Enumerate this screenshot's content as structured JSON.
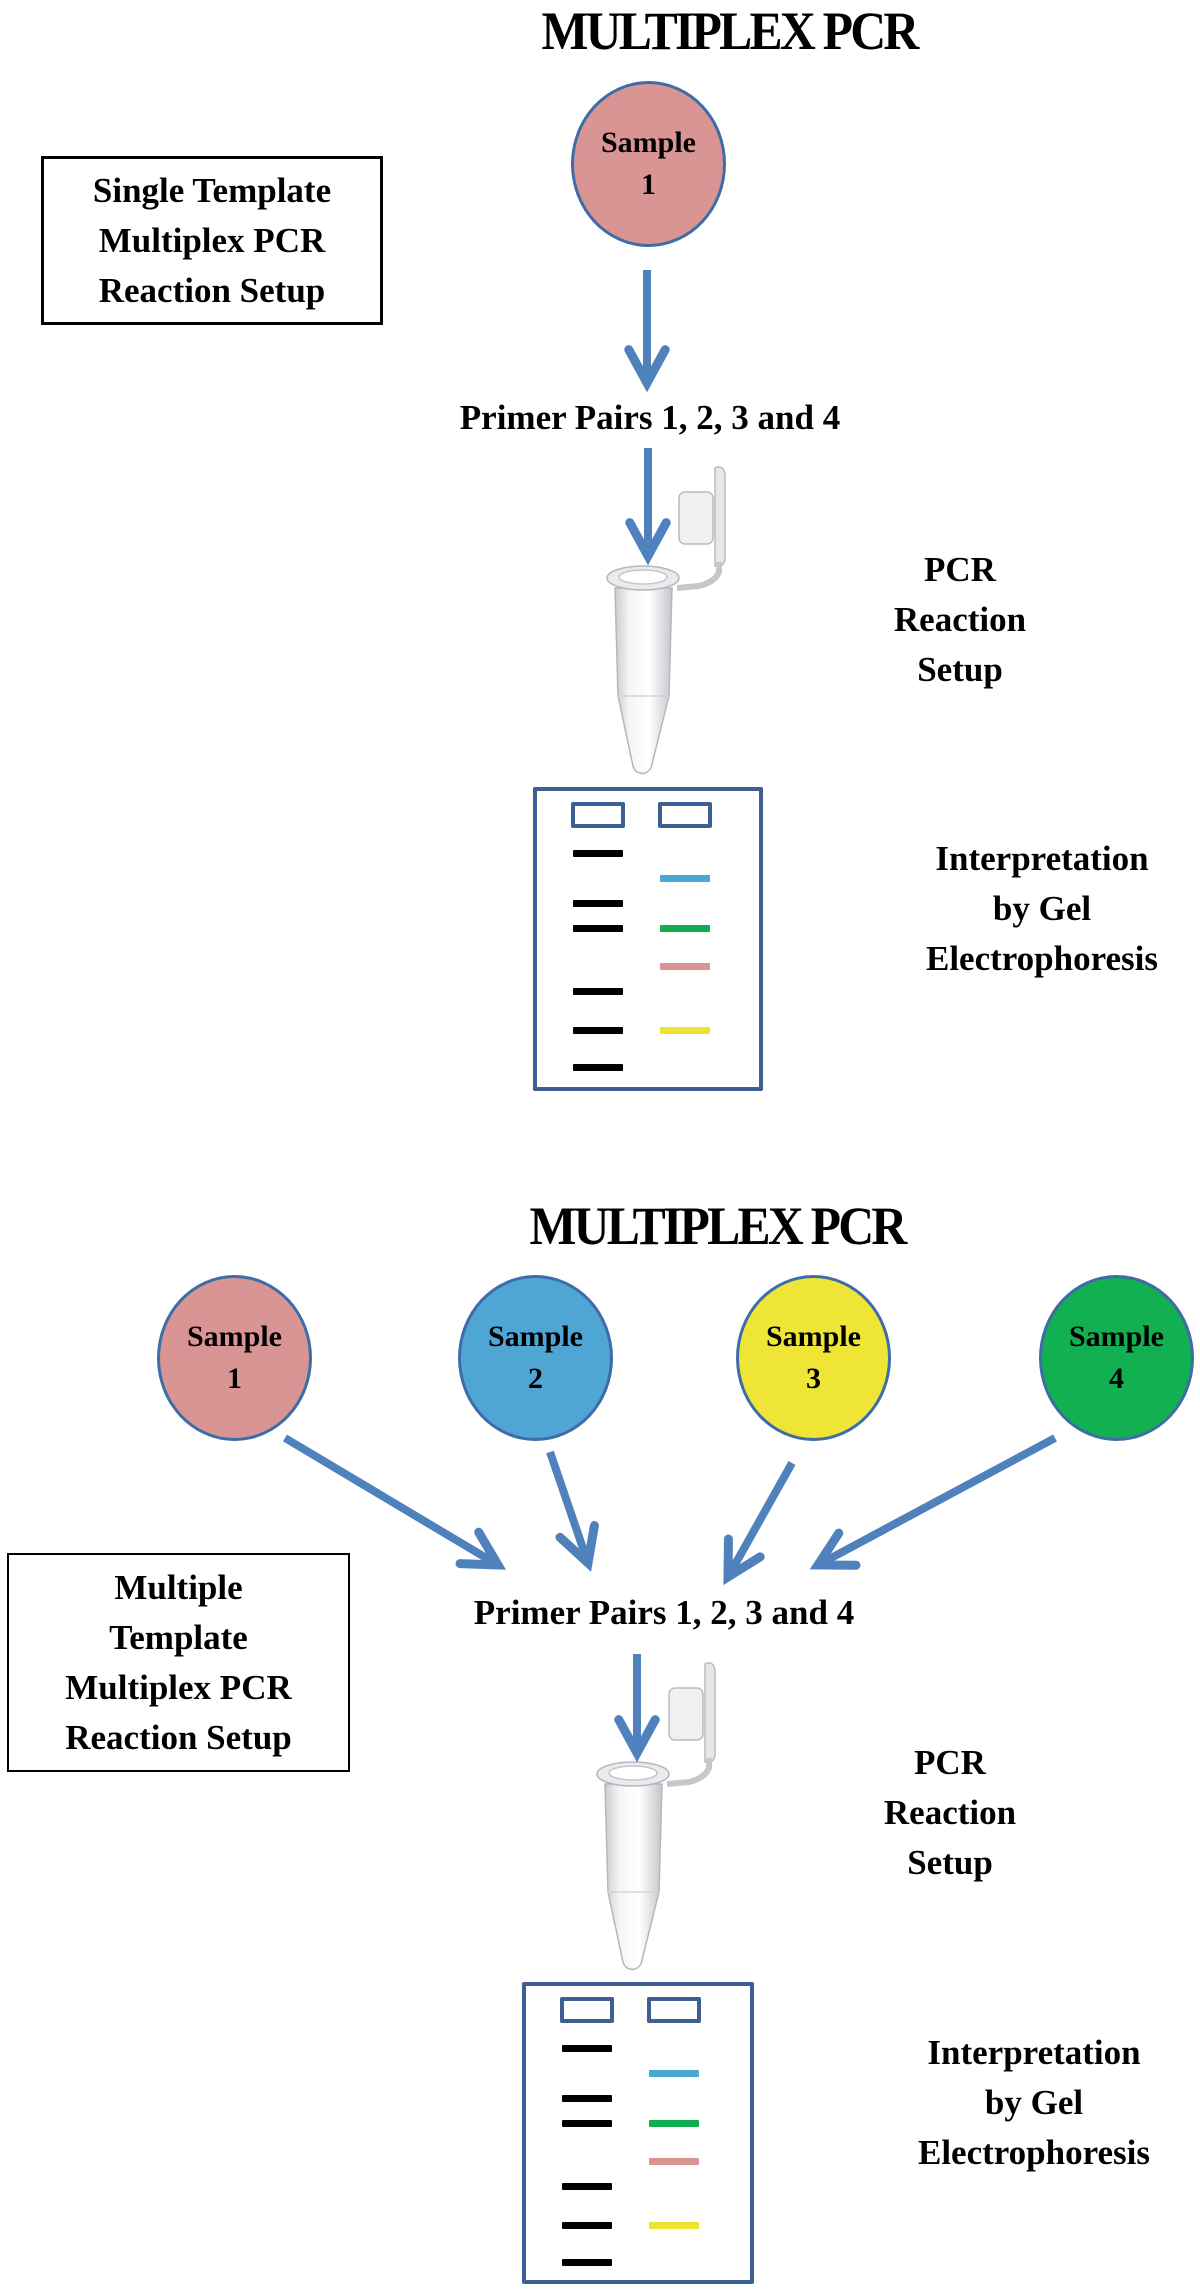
{
  "colors": {
    "arrow": "#4f81bd",
    "circle_outline": "#3e6ca6",
    "gel_outline": "#3e5f94",
    "ladder_band": "#000000"
  },
  "panels": [
    {
      "title": "MULTIPLEX PCR",
      "setup_label": [
        "Single Template",
        "Multiplex PCR",
        "Reaction Setup"
      ],
      "samples": [
        {
          "line1": "Sample",
          "line2": "1",
          "color": "#d99594"
        }
      ],
      "primer_text": "Primer Pairs 1, 2, 3 and 4",
      "pcr_label": [
        "PCR",
        "Reaction",
        "Setup"
      ],
      "gel_label": [
        "Interpretation",
        "by Gel",
        "Electrophoresis"
      ],
      "gel": {
        "ladder_bands": 6,
        "product_bands": [
          {
            "name": "blue",
            "color": "#4ba7d4"
          },
          {
            "name": "green",
            "color": "#0fae4e"
          },
          {
            "name": "pink",
            "color": "#d99594"
          },
          {
            "name": "yellow",
            "color": "#ede332"
          }
        ]
      }
    },
    {
      "title": "MULTIPLEX PCR",
      "setup_label": [
        "Multiple",
        "Template",
        "Multiplex PCR",
        "Reaction Setup"
      ],
      "samples": [
        {
          "line1": "Sample",
          "line2": "1",
          "color": "#d99594"
        },
        {
          "line1": "Sample",
          "line2": "2",
          "color": "#4fa6d4"
        },
        {
          "line1": "Sample",
          "line2": "3",
          "color": "#efe537"
        },
        {
          "line1": "Sample",
          "line2": "4",
          "color": "#12b050"
        }
      ],
      "primer_text": "Primer Pairs 1, 2, 3 and 4",
      "pcr_label": [
        "PCR",
        "Reaction",
        "Setup"
      ],
      "gel_label": [
        "Interpretation",
        "by Gel",
        "Electrophoresis"
      ],
      "gel": {
        "ladder_bands": 6,
        "product_bands": [
          {
            "name": "blue",
            "color": "#4ba7d4"
          },
          {
            "name": "green",
            "color": "#0fae4e"
          },
          {
            "name": "pink",
            "color": "#d99594"
          },
          {
            "name": "yellow",
            "color": "#ede332"
          }
        ]
      }
    }
  ]
}
